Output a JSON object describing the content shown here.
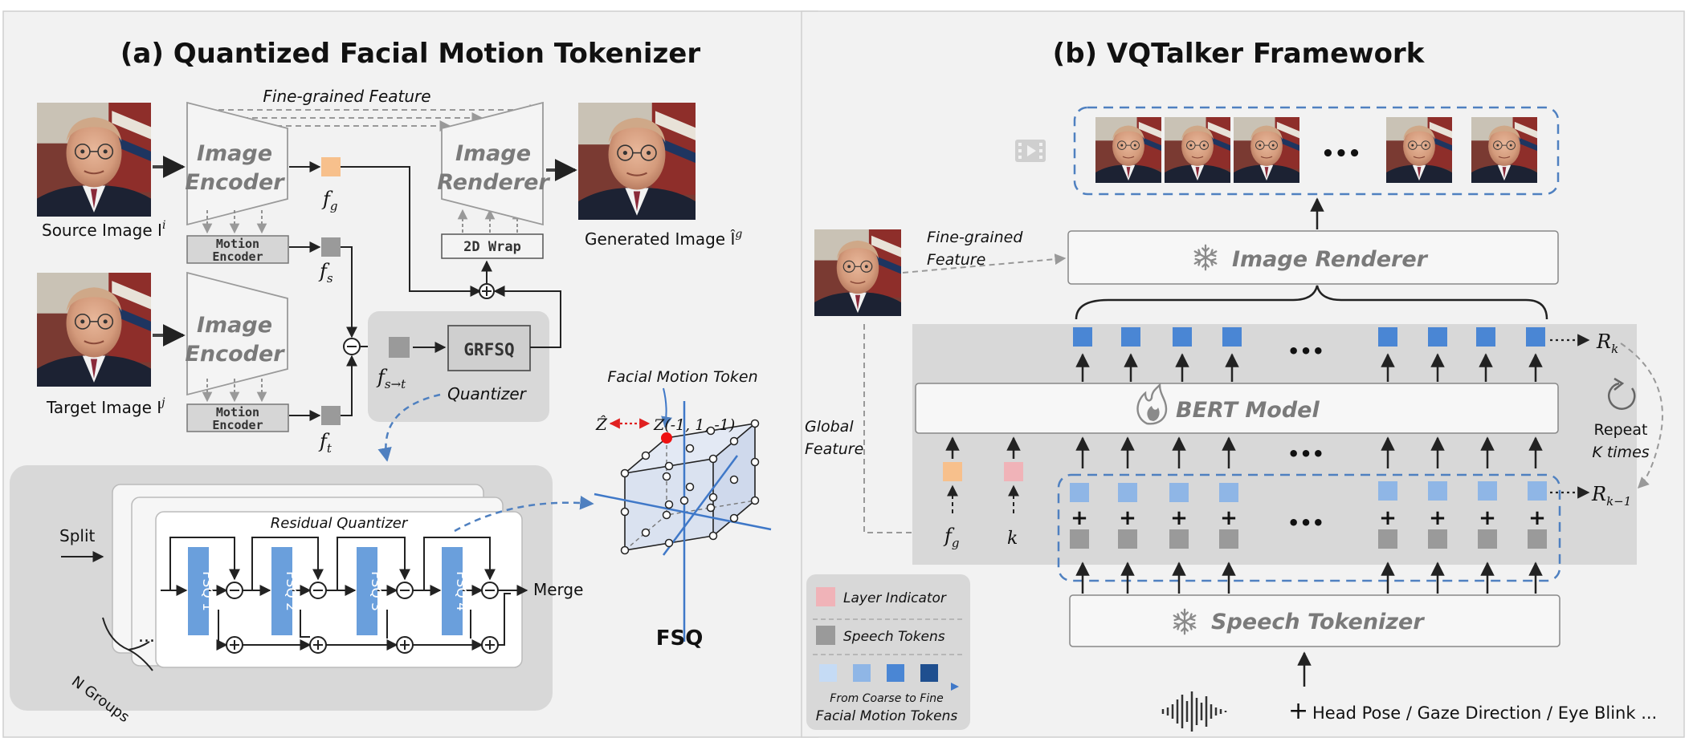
{
  "panel_a": {
    "title": "(a) Quantized Facial Motion Tokenizer",
    "fine_grained": "Fine-grained Feature",
    "image_encoder_line1": "Image",
    "image_encoder_line2": "Encoder",
    "image_renderer_line1": "Image",
    "image_renderer_line2": "Renderer",
    "motion_encoder_line1": "Motion",
    "motion_encoder_line2": "Encoder",
    "wrap": "2D Wrap",
    "grfsq": "GRFSQ",
    "quantizer": "Quantizer",
    "source_label": "Source Image I",
    "source_sup": "i",
    "target_label": "Target Image I",
    "target_sup": "j",
    "generated_label": "Generated Image Î",
    "generated_sup": "g",
    "f_g": "f",
    "f_g_sub": "g",
    "f_s": "f",
    "f_s_sub": "s",
    "f_t": "f",
    "f_t_sub": "t",
    "f_st": "f",
    "f_st_sub": "s→t",
    "facial_motion_token": "Facial Motion Token",
    "z_hat": "Ẑ",
    "z_coord": "Z(-1, 1, -1)",
    "fsq_label": "FSQ",
    "split": "Split",
    "merge": "Merge",
    "residual_quantizer": "Residual Quantizer",
    "n_groups": "N Groups",
    "fsq_blocks": [
      "FSQ 1",
      "FSQ 2",
      "FSQ 3",
      "FSQ 4"
    ],
    "dots": "..."
  },
  "panel_b": {
    "title": "(b) VQTalker Framework",
    "image_renderer": "Image Renderer",
    "bert_model": "BERT Model",
    "speech_tokenizer": "Speech Tokenizer",
    "fine_grained_line1": "Fine-grained",
    "fine_grained_line2": "Feature",
    "global_line1": "Global",
    "global_line2": "Feature",
    "r_k": "R",
    "r_k_sub": "k",
    "r_k1": "R",
    "r_k1_sub": "k−1",
    "repeat_line1": "Repeat",
    "repeat_line2": "K times",
    "f_g": "f",
    "f_g_sub": "g",
    "k": "k",
    "ellipsis": "•••",
    "plus": "+",
    "bottom_input": "Head Pose / Gaze Direction / Eye Blink ...",
    "legend": {
      "layer_indicator": "Layer Indicator",
      "speech_tokens": "Speech Tokens",
      "coarse_to_fine": "From Coarse to Fine",
      "facial_motion_tokens": "Facial Motion Tokens"
    }
  },
  "colors": {
    "panel_bg": "#f2f2f2",
    "inner_bg": "#d8d8d8",
    "token_blue": "#4a86d4",
    "token_light_blue": "#8fb6e6",
    "fsq_blue": "#6a9fdc",
    "orange": "#f7c08c",
    "pink": "#f0b3b8",
    "gray_token": "#9a9a9a",
    "dashed_blue": "#4f80c0"
  }
}
